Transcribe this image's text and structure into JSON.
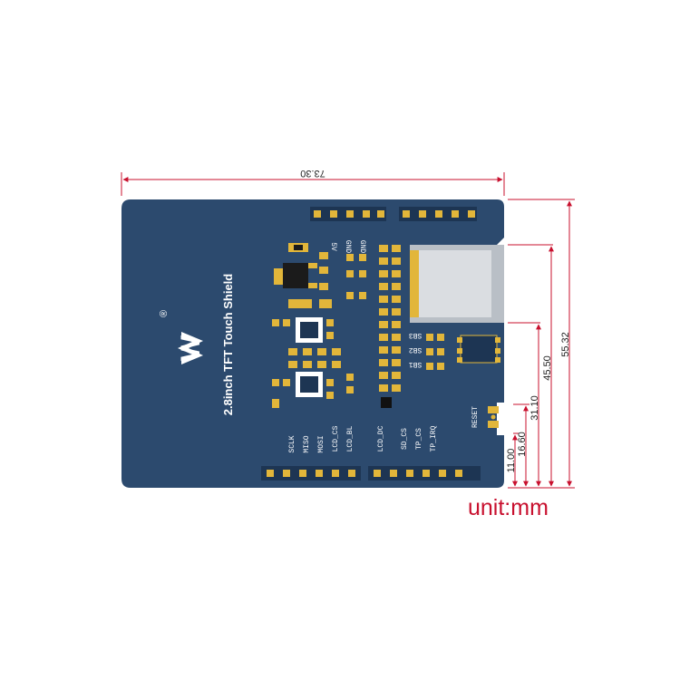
{
  "dimensions": {
    "width": "73.30",
    "heights": [
      "55.32",
      "45.50",
      "31.10",
      "16.60",
      "11.00"
    ],
    "unit": "unit:mm"
  },
  "board": {
    "brand_mark": "W",
    "registered_mark": "®",
    "title": "2.8inch TFT Touch Shield",
    "power_labels": [
      "5V",
      "GND",
      "GND"
    ],
    "solder_bridges": [
      "SB3",
      "SB2",
      "SB1"
    ],
    "reset_label": "RESET",
    "bottom_pin_labels": [
      "SCLK",
      "MISO",
      "MOSI",
      "LCD_CS",
      "LCD_BL",
      "LCD_DC",
      "SD_CS",
      "TP_CS",
      "TP_IRQ"
    ]
  },
  "colors": {
    "pcb": "#2c4a6e",
    "pad": "#e2b63a",
    "dimension_line": "#c8102e",
    "silkscreen": "#ffffff"
  }
}
